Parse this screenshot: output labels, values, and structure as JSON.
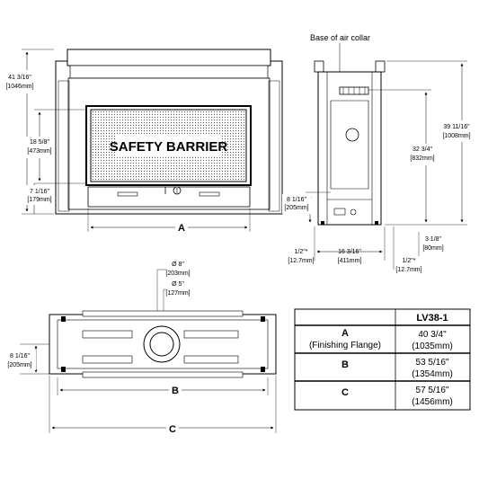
{
  "front_view": {
    "safety_label": "SAFETY BARRIER",
    "dim_overall_height": "41 3/16\"",
    "dim_overall_height_mm": "[1046mm]",
    "dim_opening_height": "18 5/8\"",
    "dim_opening_height_mm": "[473mm]",
    "dim_base_height": "7 1/16\"",
    "dim_base_height_mm": "[179mm]",
    "width_label": "A"
  },
  "side_view": {
    "air_collar_label": "Base of air collar",
    "dim_total_height": "39 11/16\"",
    "dim_total_height_mm": "[1008mm]",
    "dim_collar_height": "32 3/4\"",
    "dim_collar_height_mm": "[832mm]",
    "dim_gas_height": "8 1/16\"",
    "dim_gas_height_mm": "[205mm]",
    "dim_left_standoff": "1/2\"*",
    "dim_left_standoff_mm": "[12.7mm]",
    "dim_depth": "16 3/16\"",
    "dim_depth_mm": "[411mm]",
    "dim_right_standoff": "1/2\"*",
    "dim_right_standoff_mm": "[12.7mm]",
    "dim_foot": "3 1/8\"",
    "dim_foot_mm": "[80mm]"
  },
  "top_view": {
    "dim_outer_vent": "Ø 8\"",
    "dim_outer_vent_mm": "[203mm]",
    "dim_inner_vent": "Ø 5\"",
    "dim_inner_vent_mm": "[127mm]",
    "dim_depth": "8 1/16\"",
    "dim_depth_mm": "[205mm]",
    "label_b": "B",
    "label_c": "C"
  },
  "table": {
    "header": "LV38-1",
    "rows": [
      {
        "key": "A",
        "sub": "(Finishing Flange)",
        "imperial": "40 3/4\"",
        "metric": "(1035mm)"
      },
      {
        "key": "B",
        "sub": "",
        "imperial": "53 5/16\"",
        "metric": "(1354mm)"
      },
      {
        "key": "C",
        "sub": "",
        "imperial": "57 5/16\"",
        "metric": "(1456mm)"
      }
    ]
  }
}
